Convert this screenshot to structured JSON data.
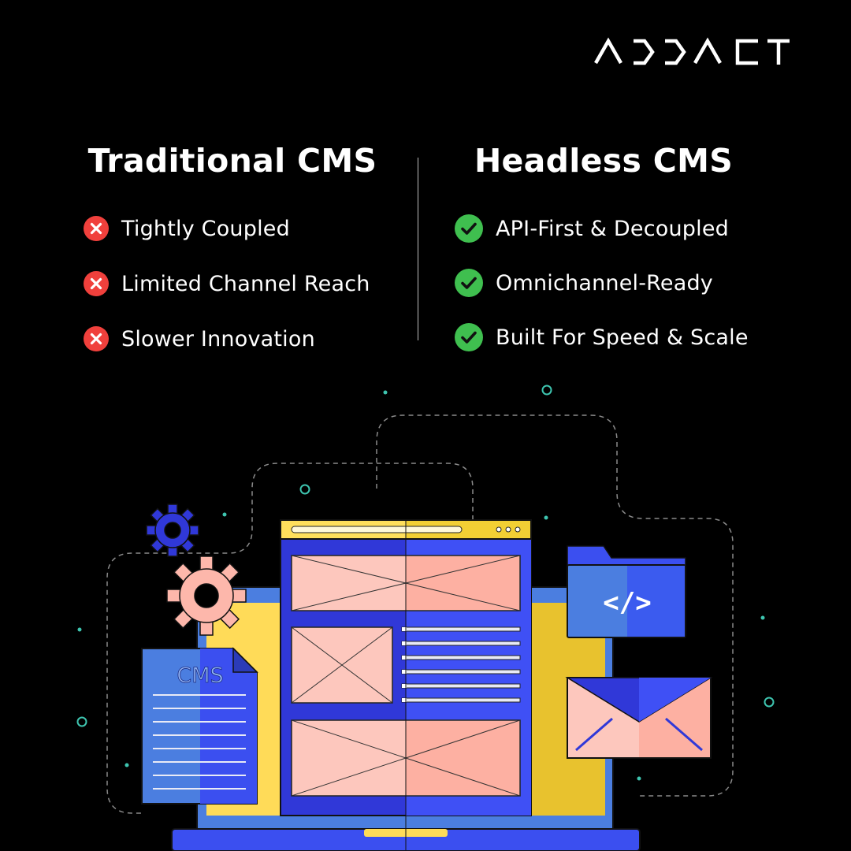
{
  "brand": {
    "logo_text": "ADDACT"
  },
  "traditional": {
    "title": "Traditional CMS",
    "items": [
      {
        "label": "Tightly Coupled",
        "icon": "cross-circle-icon"
      },
      {
        "label": "Limited Channel Reach",
        "icon": "cross-circle-icon"
      },
      {
        "label": "Slower Innovation",
        "icon": "cross-circle-icon"
      }
    ]
  },
  "headless": {
    "title": "Headless CMS",
    "items": [
      {
        "label": "API-First & Decoupled",
        "icon": "check-circle-icon"
      },
      {
        "label": "Omnichannel-Ready",
        "icon": "check-circle-icon"
      },
      {
        "label": "Built For Speed & Scale",
        "icon": "check-circle-icon"
      }
    ]
  },
  "illustration": {
    "document_label": "CMS",
    "code_label": "</>"
  },
  "colors": {
    "background": "#000000",
    "negative": "#f0403c",
    "positive": "#3fbf4f",
    "blue": "#3b4ff0",
    "yellow": "#f3cf3c",
    "pink": "#fdbfb3",
    "teal": "#3ec5b0"
  }
}
